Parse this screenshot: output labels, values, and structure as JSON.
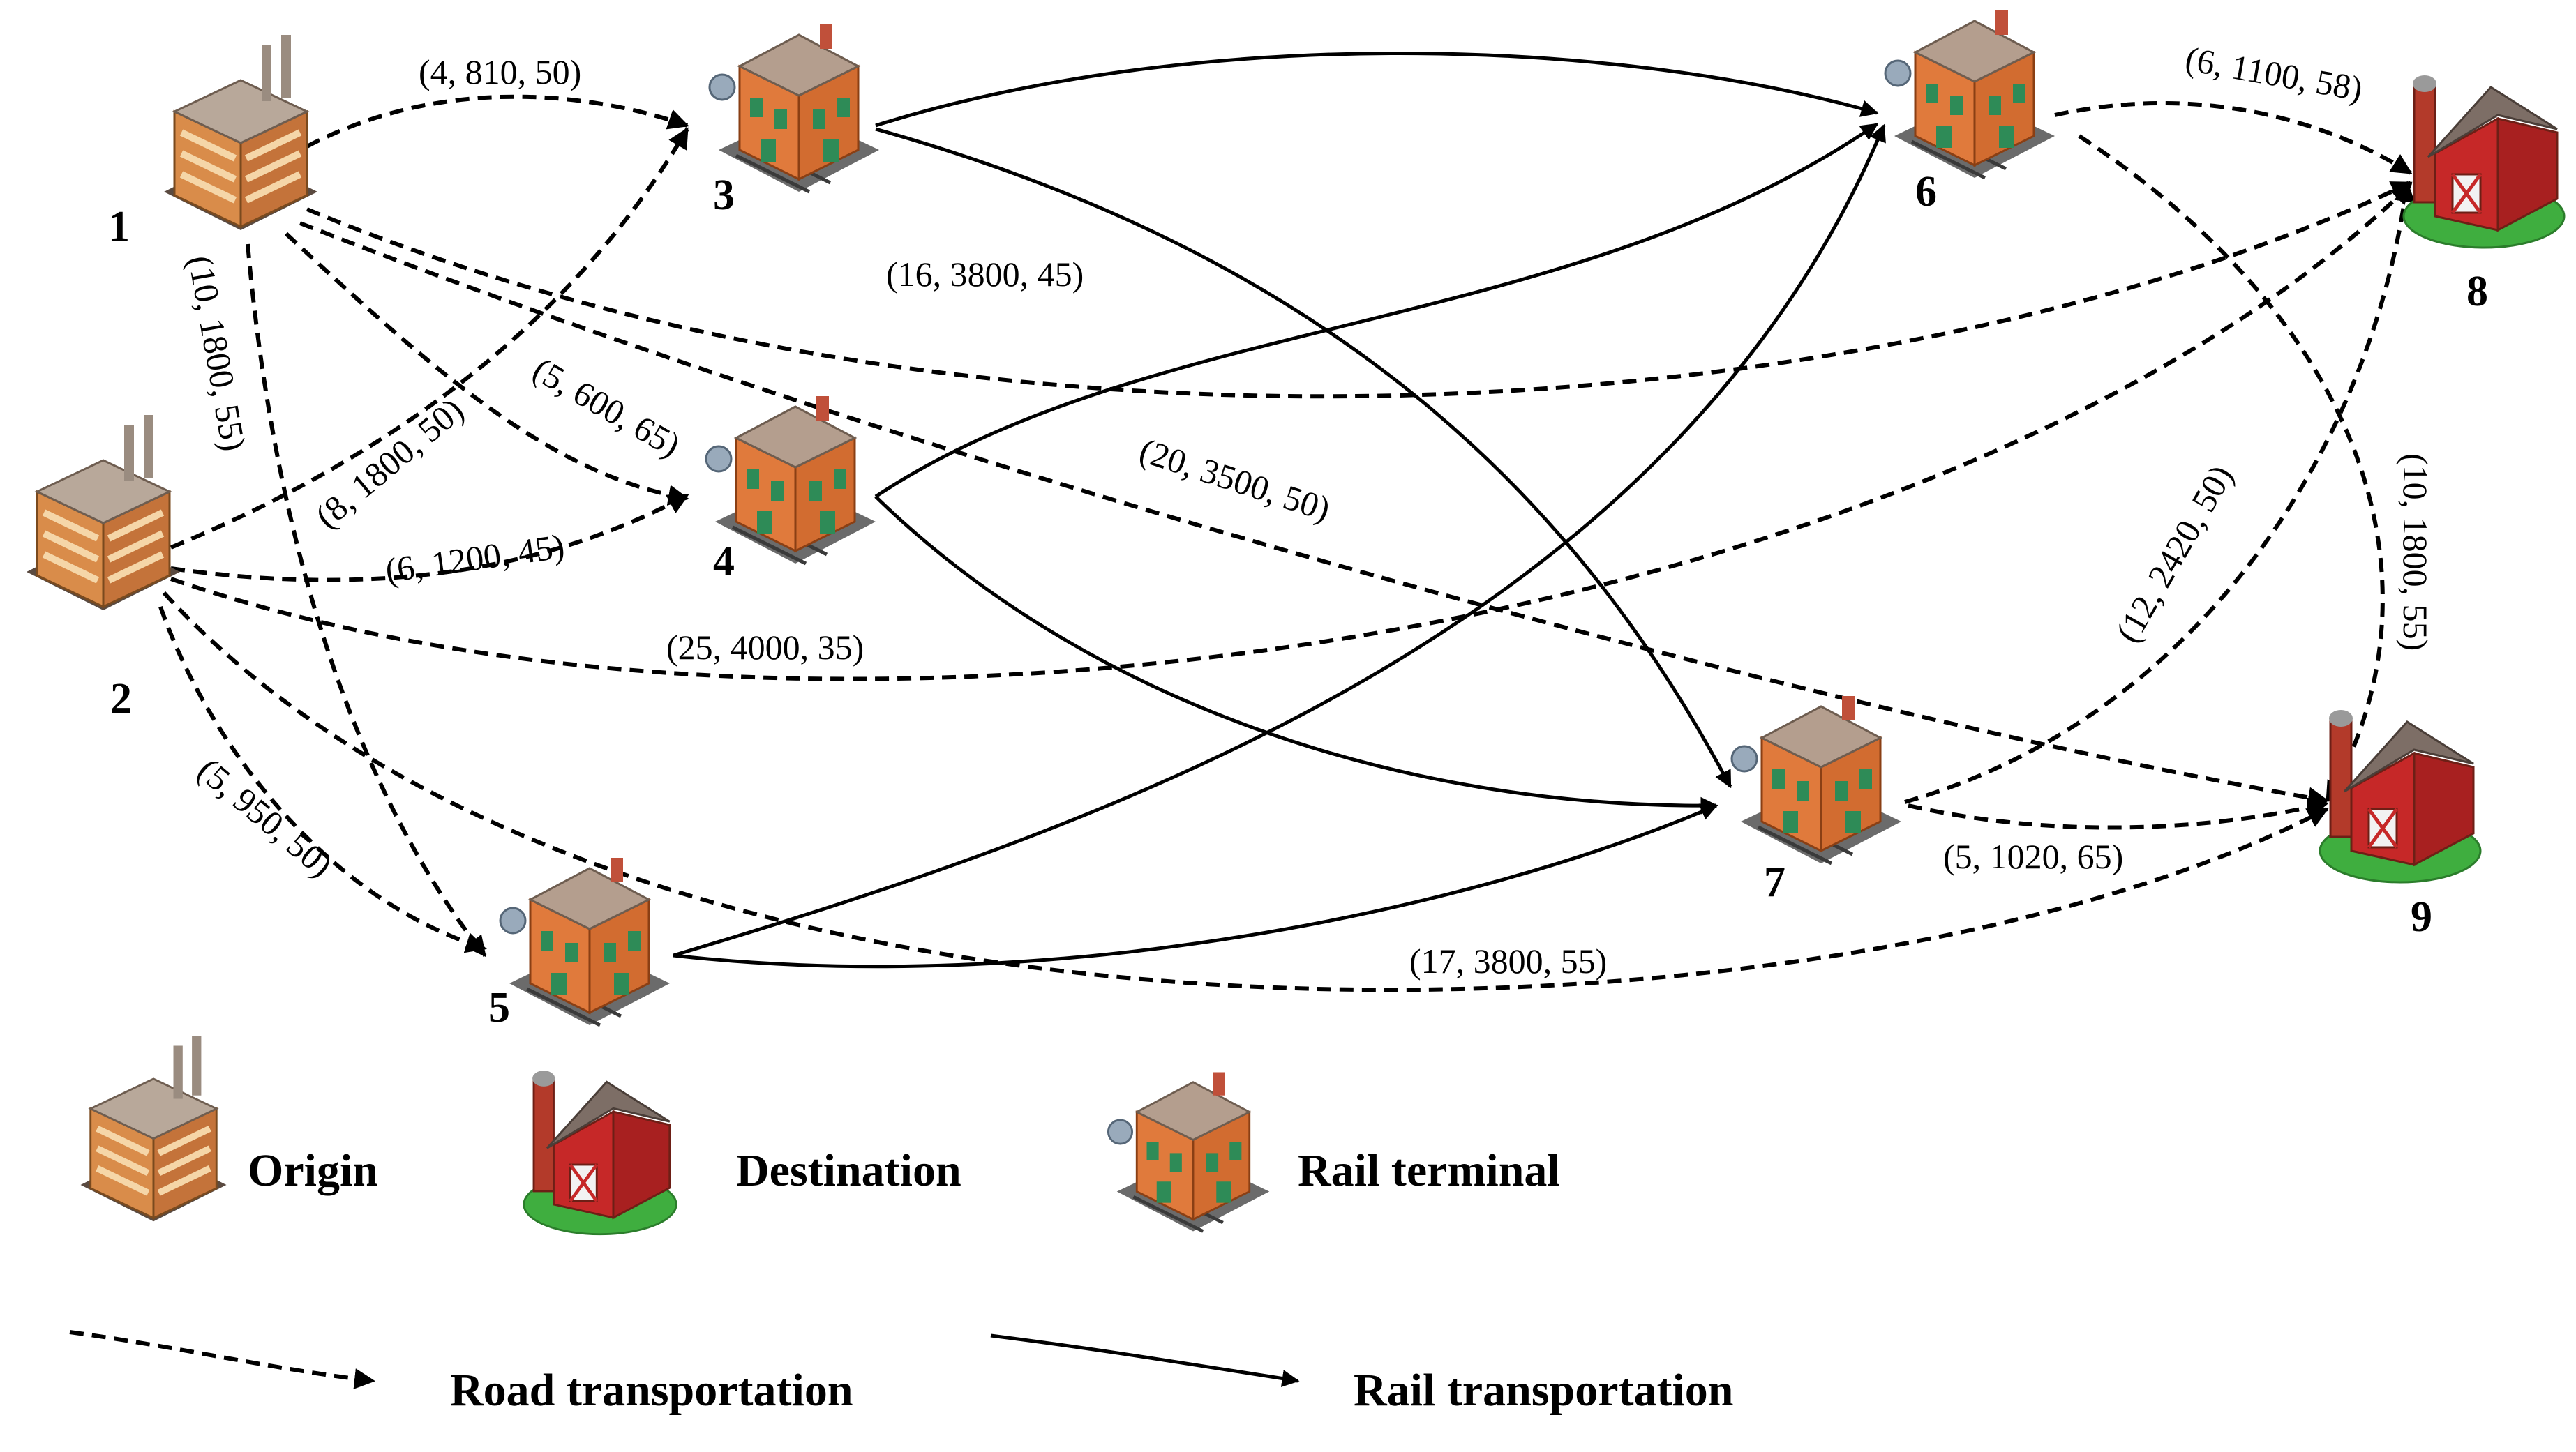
{
  "nodes": [
    {
      "id": "1",
      "label": "1",
      "kind": "origin"
    },
    {
      "id": "2",
      "label": "2",
      "kind": "origin"
    },
    {
      "id": "3",
      "label": "3",
      "kind": "rail-terminal"
    },
    {
      "id": "4",
      "label": "4",
      "kind": "rail-terminal"
    },
    {
      "id": "5",
      "label": "5",
      "kind": "rail-terminal"
    },
    {
      "id": "6",
      "label": "6",
      "kind": "rail-terminal"
    },
    {
      "id": "7",
      "label": "7",
      "kind": "rail-terminal"
    },
    {
      "id": "8",
      "label": "8",
      "kind": "destination"
    },
    {
      "id": "9",
      "label": "9",
      "kind": "destination"
    }
  ],
  "road_edges": [
    {
      "from": "1",
      "to": "3",
      "label": "(4, 810, 50)"
    },
    {
      "from": "1",
      "to": "4",
      "label": "(5, 600, 65)"
    },
    {
      "from": "1",
      "to": "5",
      "label": "(10, 1800, 55)"
    },
    {
      "from": "1",
      "to": "8",
      "label": "(16, 3800, 45)"
    },
    {
      "from": "1",
      "to": "9",
      "label": "(20, 3500, 50)"
    },
    {
      "from": "2",
      "to": "3",
      "label": "(8, 1800, 50)"
    },
    {
      "from": "2",
      "to": "4",
      "label": "(6, 1200, 45)"
    },
    {
      "from": "2",
      "to": "5",
      "label": "(5, 950, 50)"
    },
    {
      "from": "2",
      "to": "8",
      "label": "(25, 4000, 35)"
    },
    {
      "from": "2",
      "to": "9",
      "label": "(17, 3800, 55)"
    },
    {
      "from": "6",
      "to": "8",
      "label": "(6, 1100, 58)"
    },
    {
      "from": "6",
      "to": "9",
      "label": "(10, 1800, 55)"
    },
    {
      "from": "7",
      "to": "8",
      "label": "(12, 2420, 50)"
    },
    {
      "from": "7",
      "to": "9",
      "label": "(5, 1020, 65)"
    }
  ],
  "rail_edges": [
    {
      "from": "3",
      "to": "6"
    },
    {
      "from": "3",
      "to": "7"
    },
    {
      "from": "4",
      "to": "6"
    },
    {
      "from": "4",
      "to": "7"
    },
    {
      "from": "5",
      "to": "6"
    },
    {
      "from": "5",
      "to": "7"
    }
  ],
  "legend": {
    "origin": "Origin",
    "destination": "Destination",
    "rail_terminal": "Rail terminal",
    "road": "Road transportation",
    "rail": "Rail transportation"
  },
  "colors": {
    "factory_wall": "#e8a25e",
    "terminal_wall": "#e07a3c",
    "barn_red": "#c62828",
    "grass": "#3fae3f"
  }
}
